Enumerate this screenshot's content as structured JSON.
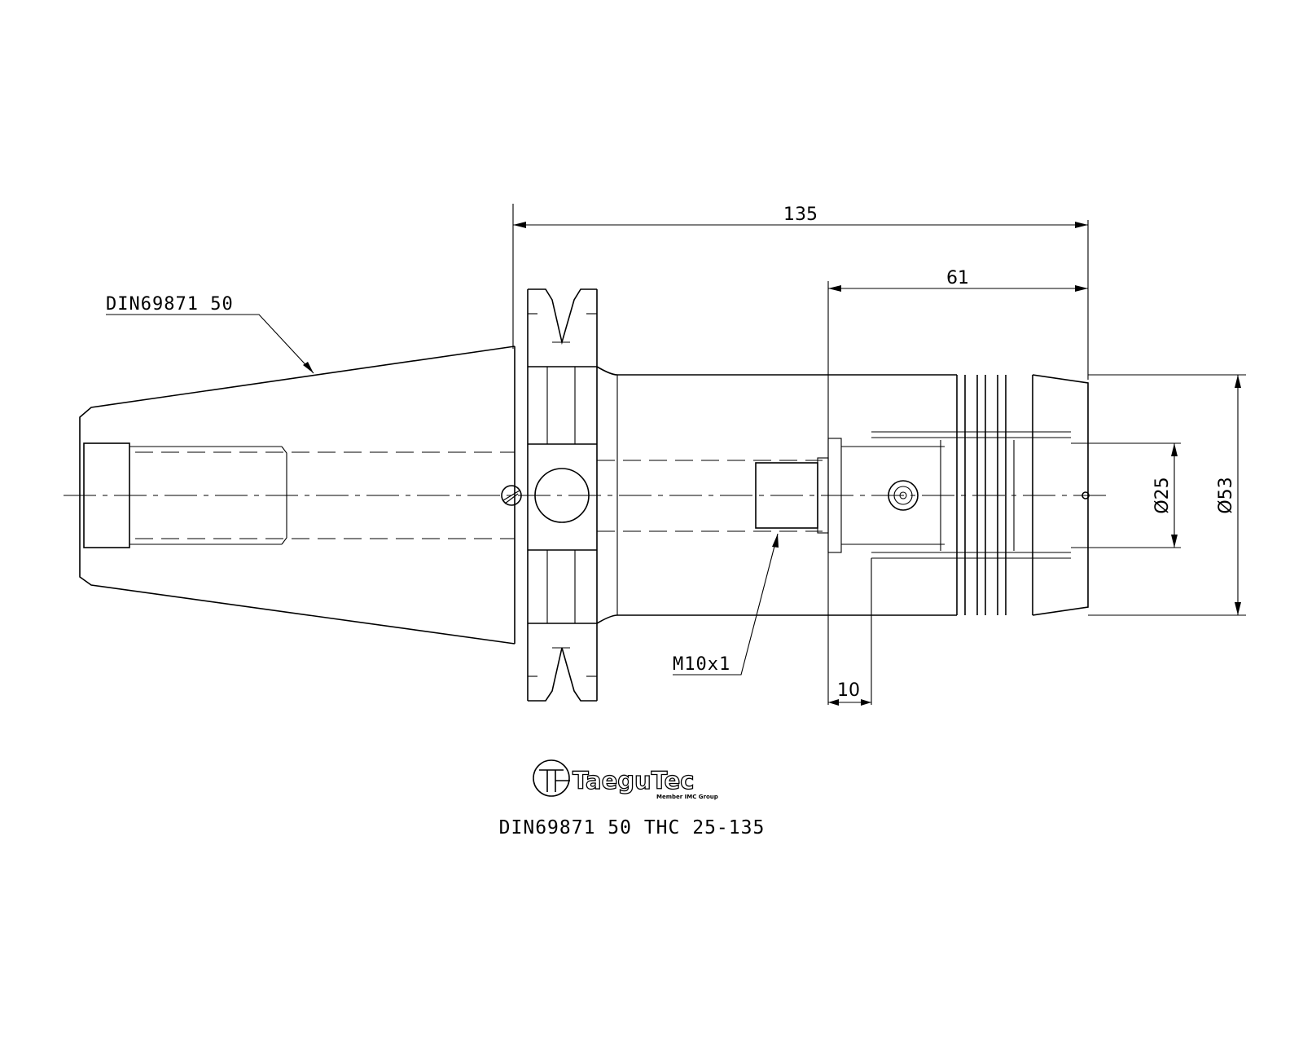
{
  "drawing": {
    "dimensions": {
      "overall_length": "135",
      "clamp_length": "61",
      "offset": "10",
      "bore_diameter": "Ø25",
      "outer_diameter": "Ø53"
    },
    "callouts": {
      "taper_standard": "DIN69871 50",
      "thread": "M10x1"
    },
    "logo": {
      "name": "TaeguTec",
      "subtitle": "Member IMC Group"
    },
    "caption": "DIN69871 50 THC 25-135"
  }
}
